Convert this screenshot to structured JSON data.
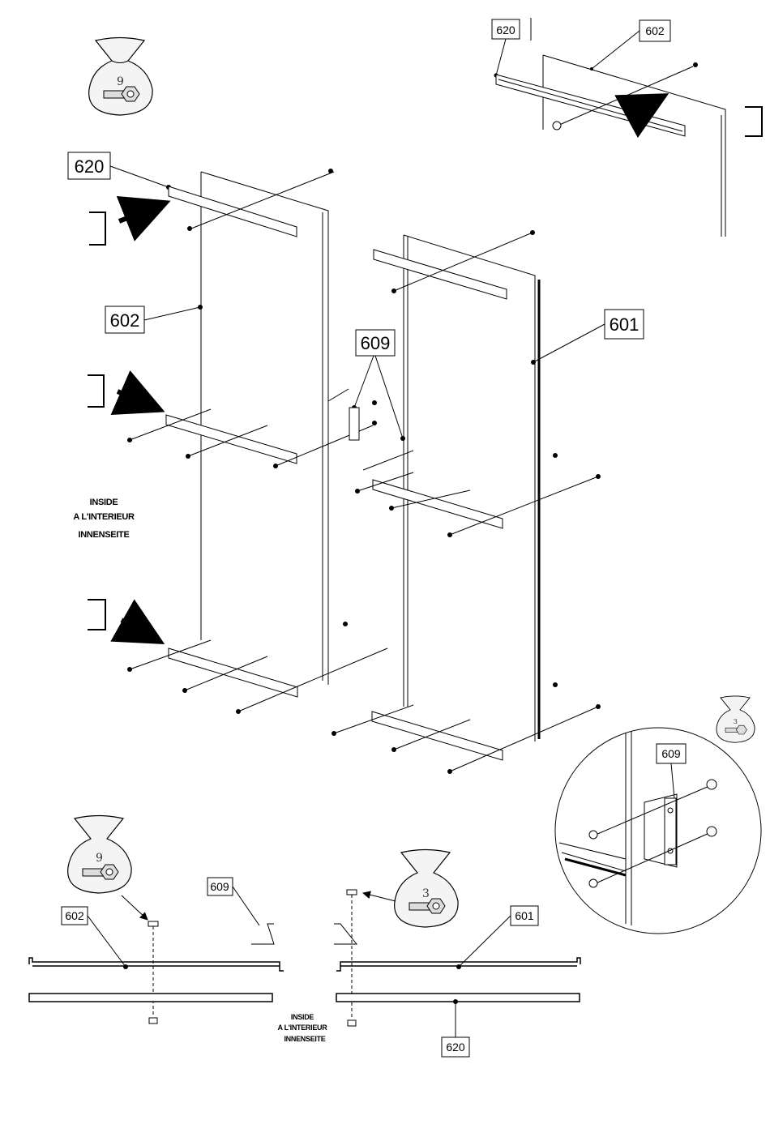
{
  "callouts": {
    "top_detail_620": "620",
    "top_detail_602": "602",
    "main_620": "620",
    "main_602": "602",
    "main_609": "609",
    "main_601": "601",
    "circle_609": "609",
    "bottom_602": "602",
    "bottom_609": "609",
    "bottom_601": "601",
    "bottom_620": "620"
  },
  "notes": {
    "inside_en": "INSIDE",
    "inside_fr": "A L'INTERIEUR",
    "inside_de": "INNENSEITE"
  },
  "bags": {
    "top_left": "9",
    "right_small": "3",
    "bottom_left": "9",
    "bottom_right": "3"
  },
  "icons": [
    "hardware-bag-icon",
    "arrow-icon",
    "bracket-icon",
    "bolt-icon",
    "nut-icon",
    "magnifier-circle-icon"
  ]
}
